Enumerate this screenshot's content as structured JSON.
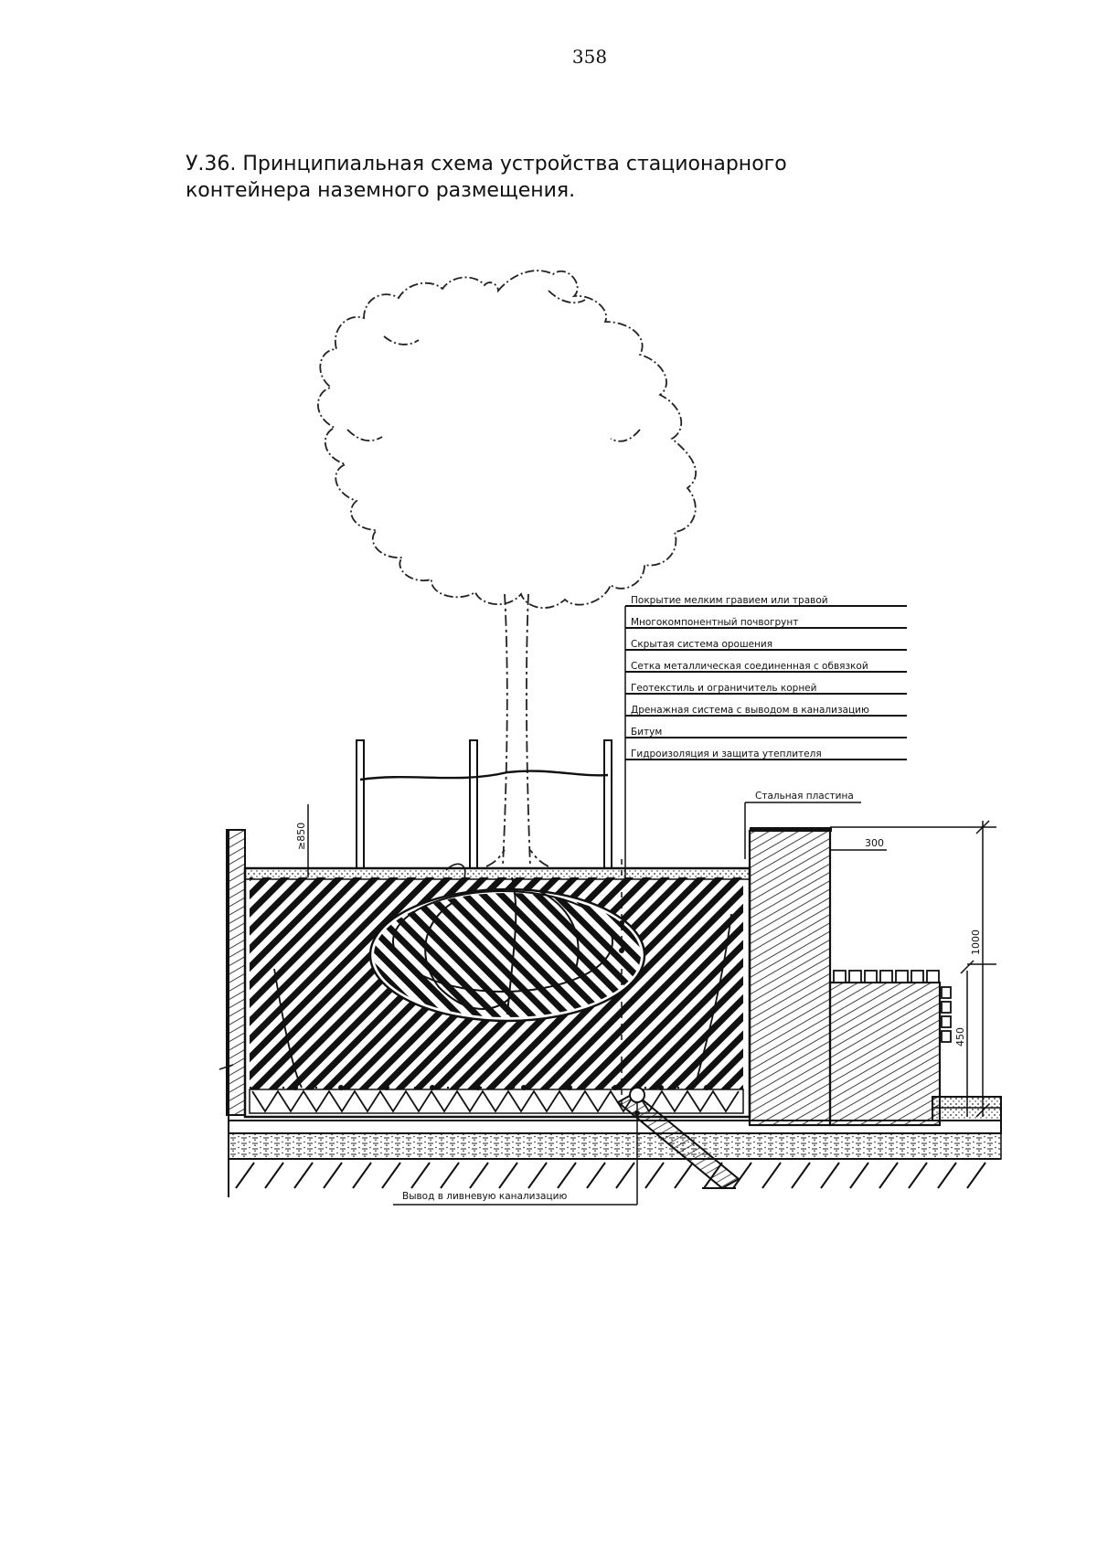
{
  "page": {
    "number": "358",
    "caption": "У.36. Принципиальная схема устройства стационарного контейнера наземного размещения."
  },
  "layers": [
    "Покрытие мелким гравием или травой",
    "Многокомпонентный почвогрунт",
    "Скрытая система орошения",
    "Сетка металлическая соединенная с обвязкой",
    "Геотекстиль и ограничитель корней",
    "Дренажная система с выводом в канализацию",
    "Битум",
    "Гидроизоляция и защита утеплителя"
  ],
  "labels": {
    "steel_plate": "Стальная пластина",
    "outlet": "Вывод в ливневую канализацию"
  },
  "dimensions": {
    "post_height": "≥850",
    "plate_width": "300",
    "wall_height": "1000",
    "bench_height": "450"
  }
}
